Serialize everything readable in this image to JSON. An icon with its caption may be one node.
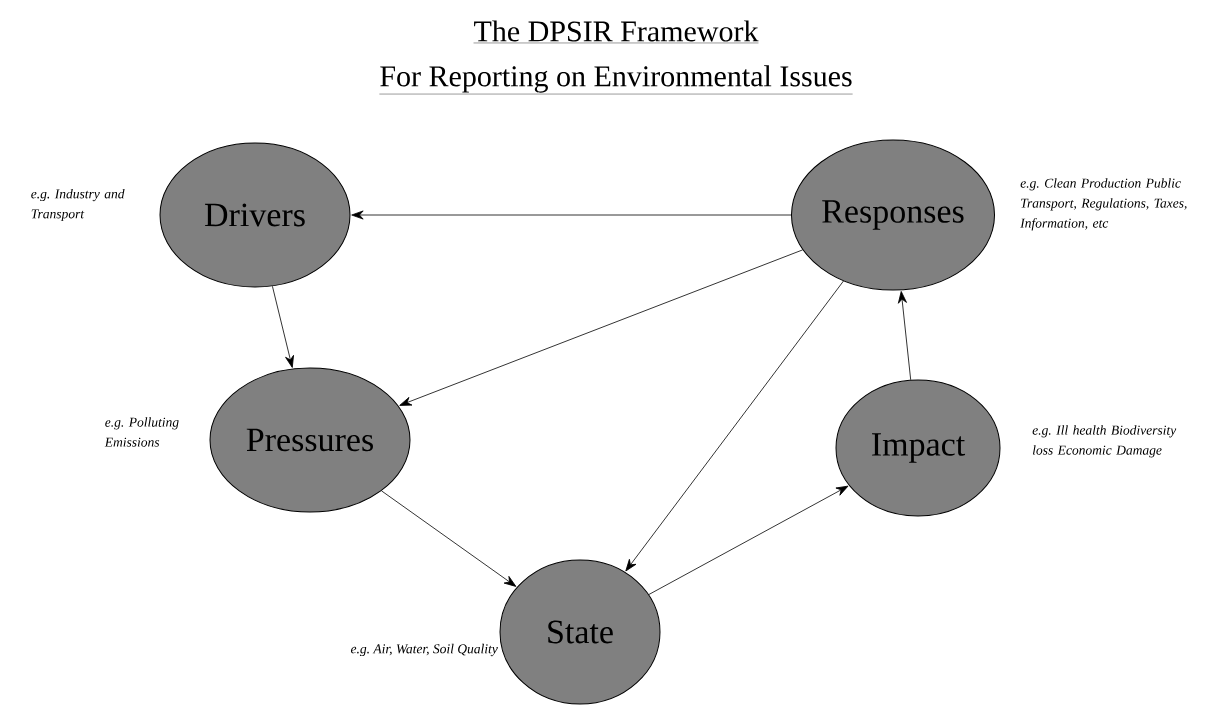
{
  "diagram": {
    "title": "The DPSIR Framework",
    "nodes": [
      {
        "text": [
          "Drivers"
        ],
        "beside": [
          "e.g. Industry and Transport"
        ]
      },
      {
        "text": [
          "Responses"
        ],
        "beside": [
          "e.g. Clean Production Public Transport, Regulations, Taxes, Information, etc"
        ]
      },
      {
        "text": [
          "Pressures"
        ],
        "beside": [
          "e.g. Polluting Emissions"
        ]
      },
      {
        "text": [
          "Impact"
        ],
        "beside": [
          "e.g. Ill health Biodiversity loss Economic Damage"
        ]
      },
      {
        "text": [
          "State"
        ],
        "beside": [
          "e.g. Air, Water, Soil Quality"
        ]
      }
    ],
    "edges": [
      {
        "from": 1,
        "to": 0,
        "arrow": "to"
      },
      {
        "from": 0,
        "to": 2,
        "arrow": "to"
      },
      {
        "from": 1,
        "to": 2,
        "arrow": "to"
      },
      {
        "from": 1,
        "to": 4,
        "arrow": "to"
      },
      {
        "from": 2,
        "to": 4,
        "arrow": "to"
      },
      {
        "from": 4,
        "to": 3,
        "arrow": "to"
      },
      {
        "from": 3,
        "to": 1,
        "arrow": "to"
      }
    ],
    "labels": [
      "For Reporting on Environmental Issues"
    ]
  }
}
